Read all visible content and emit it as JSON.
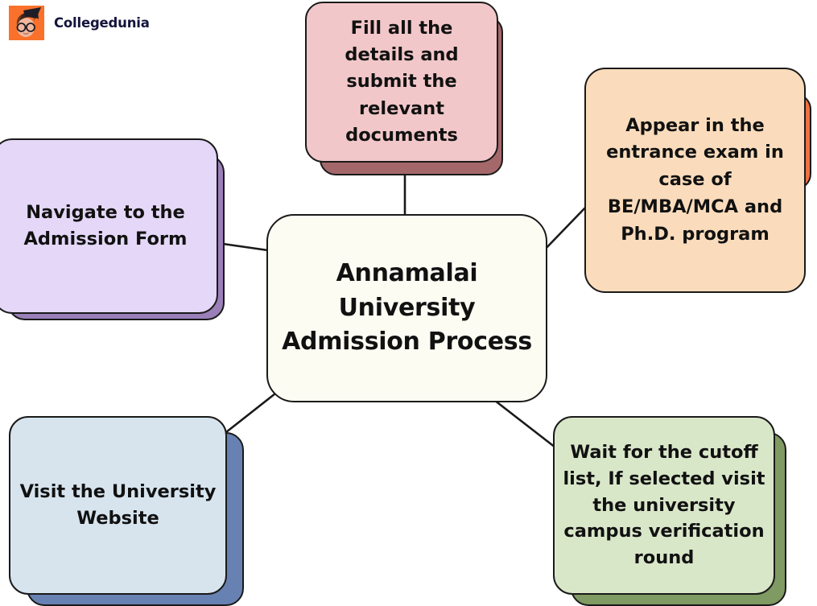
{
  "brand": {
    "name": "Collegedunia",
    "logo_icon": "student-graduate-cap-icon",
    "logo_bg": "#f9712a",
    "text_color": "#14143c"
  },
  "diagram": {
    "type": "mind-map",
    "center": {
      "id": "center",
      "label": "Annamalai University Admission Process",
      "fill": "#fdfcf3",
      "shadow": "none",
      "stroke": "#1a1a1a"
    },
    "nodes": [
      {
        "id": "top",
        "label": "Fill all the details and submit the relevant documents",
        "fill": "#f2c7c9",
        "shadow": "#a5686a",
        "stroke": "#1a1a1a",
        "position": "top"
      },
      {
        "id": "right",
        "label": "Appear in the entrance exam in case of BE/MBA/MCA and Ph.D. program",
        "fill": "#fadcbc",
        "shadow": "#ef7043",
        "stroke": "#1a1a1a",
        "position": "right"
      },
      {
        "id": "left",
        "label": "Navigate to the Admission Form",
        "fill": "#e4d7f7",
        "shadow": "#9a7fb8",
        "stroke": "#1a1a1a",
        "position": "left"
      },
      {
        "id": "bottomleft",
        "label": "Visit the University Website",
        "fill": "#d7e4ee",
        "shadow": "#6881b3",
        "stroke": "#1a1a1a",
        "position": "bottom-left"
      },
      {
        "id": "bottomright",
        "label": "Wait for the cutoff list, If selected visit the university campus verification round",
        "fill": "#d9e7c9",
        "shadow": "#7f9a62",
        "stroke": "#1a1a1a",
        "position": "bottom-right"
      }
    ],
    "edges": [
      {
        "from": "center",
        "to": "top"
      },
      {
        "from": "center",
        "to": "right"
      },
      {
        "from": "center",
        "to": "left"
      },
      {
        "from": "center",
        "to": "bottomleft"
      },
      {
        "from": "center",
        "to": "bottomright"
      }
    ]
  }
}
